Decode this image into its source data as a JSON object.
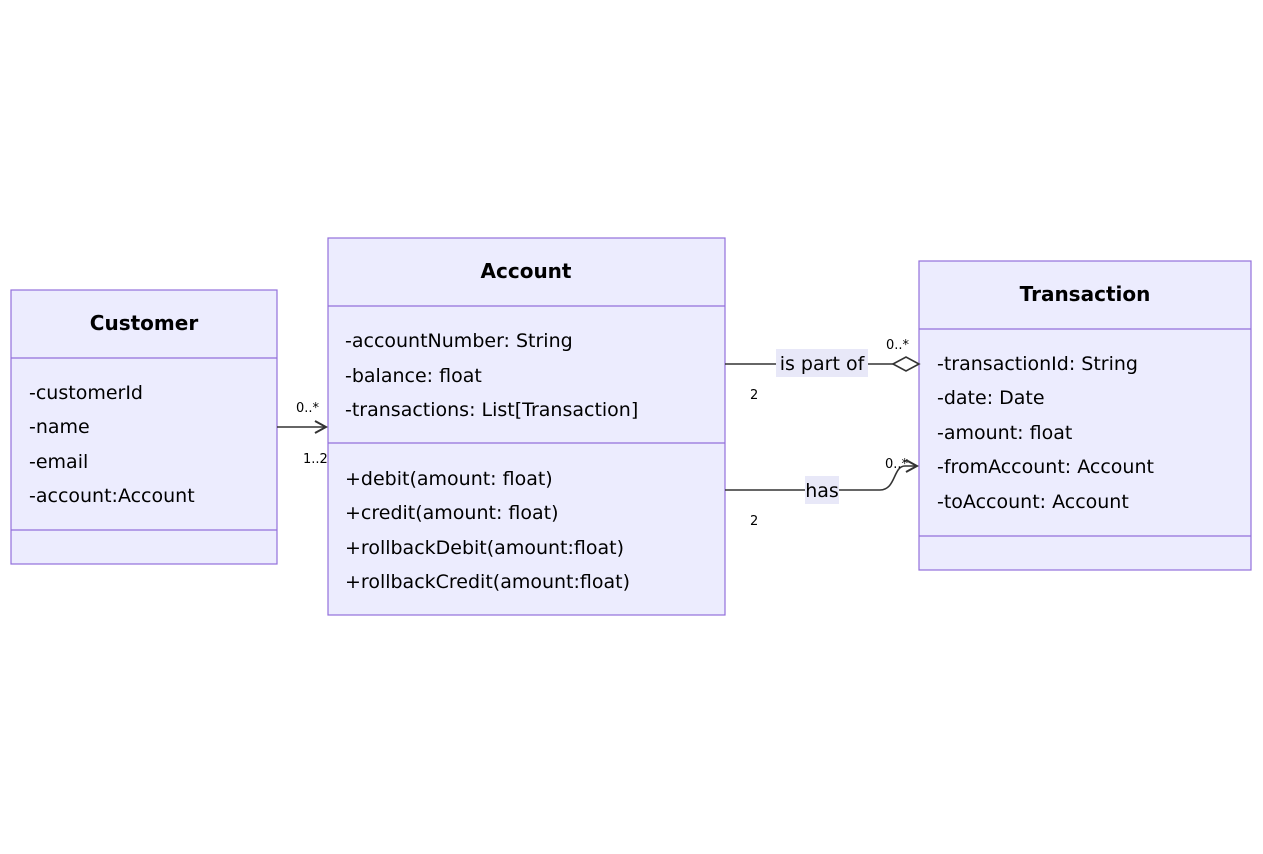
{
  "classes": {
    "customer": {
      "name": "Customer",
      "attributes": [
        "-customerId",
        "-name",
        "-email",
        "-account:Account"
      ],
      "methods": []
    },
    "account": {
      "name": "Account",
      "attributes": [
        "-accountNumber: String",
        "-balance: float",
        "-transactions: List[Transaction]"
      ],
      "methods": [
        "+debit(amount: float)",
        "+credit(amount: float)",
        "+rollbackDebit(amount:float)",
        "+rollbackCredit(amount:float)"
      ]
    },
    "transaction": {
      "name": "Transaction",
      "attributes": [
        "-transactionId: String",
        "-date: Date",
        "-amount: float",
        "-fromAccount: Account",
        "-toAccount: Account"
      ],
      "methods": []
    }
  },
  "relations": {
    "customer_account": {
      "type": "association",
      "from_card": "0..*",
      "to_card": "1..2"
    },
    "account_transaction_part": {
      "type": "aggregation",
      "label": "is part of",
      "from_card": "2",
      "to_card": "0..*"
    },
    "account_transaction_has": {
      "type": "association",
      "label": "has",
      "from_card": "2",
      "to_card": "0..*"
    }
  },
  "colors": {
    "box_fill": "#ececfe",
    "box_border": "#9370db",
    "edge": "#333333"
  }
}
